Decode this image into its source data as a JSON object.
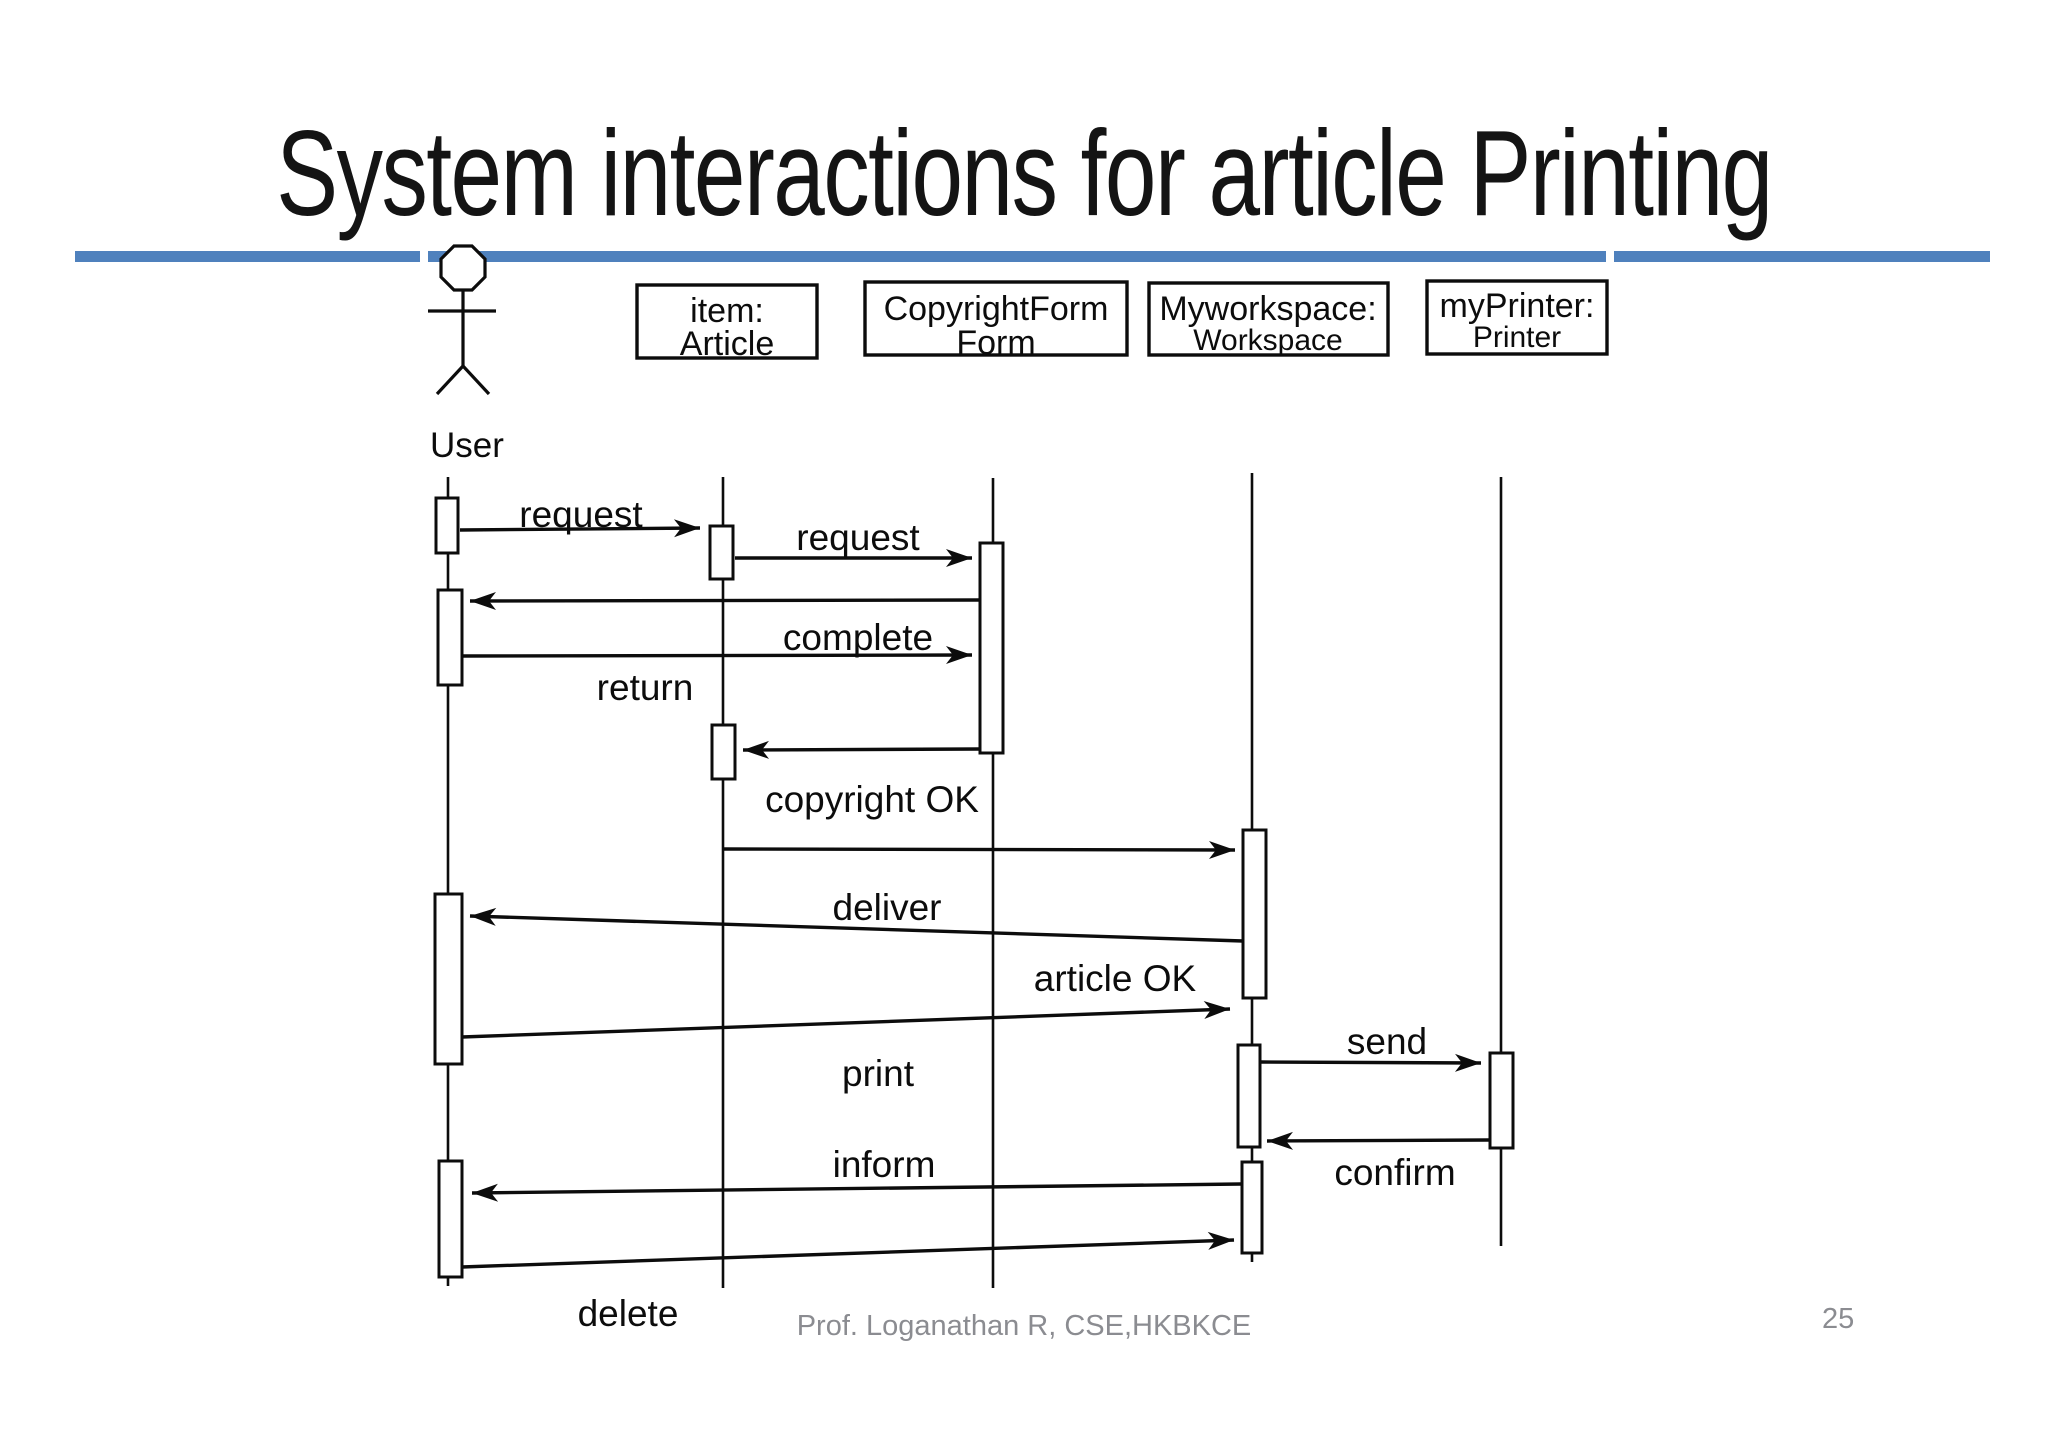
{
  "slide": {
    "title": "System interactions for article Printing",
    "footer_credit": "Prof. Loganathan R, CSE,HKBKCE",
    "page_number": "25",
    "accent_bar_color": "#4f81bd"
  },
  "diagram": {
    "type": "uml-sequence-diagram",
    "actor": {
      "name": "User"
    },
    "objects": [
      {
        "name": "item: Article",
        "line1": "item:",
        "line2": "Article"
      },
      {
        "name": "CopyrightForm Form",
        "line1": "CopyrightForm",
        "line2": "Form"
      },
      {
        "name": "Myworkspace: Workspace",
        "line1": "Myworkspace:",
        "line2": "Workspace"
      },
      {
        "name": "myPrinter: Printer",
        "line1": "myPrinter:",
        "line2": "Printer"
      }
    ],
    "messages": [
      {
        "label": "request",
        "from": "User",
        "to": "item: Article"
      },
      {
        "label": "request",
        "from": "item: Article",
        "to": "CopyrightForm Form"
      },
      {
        "label": "return",
        "from": "CopyrightForm Form",
        "to": "User"
      },
      {
        "label": "complete",
        "from": "User",
        "to": "CopyrightForm Form"
      },
      {
        "label": "copyright OK",
        "from": "CopyrightForm Form",
        "to": "item: Article"
      },
      {
        "label": "deliver",
        "from": "item: Article",
        "to": "Myworkspace: Workspace"
      },
      {
        "label": "article OK",
        "from": "Myworkspace: Workspace",
        "to": "User"
      },
      {
        "label": "print",
        "from": "User",
        "to": "Myworkspace: Workspace"
      },
      {
        "label": "send",
        "from": "Myworkspace: Workspace",
        "to": "myPrinter: Printer"
      },
      {
        "label": "confirm",
        "from": "myPrinter: Printer",
        "to": "Myworkspace: Workspace"
      },
      {
        "label": "inform",
        "from": "Myworkspace: Workspace",
        "to": "User"
      },
      {
        "label": "delete",
        "from": "User",
        "to": "Myworkspace: Workspace"
      }
    ],
    "stroke_color": "#0c0c0c",
    "footer_text_color": "#8b8c91"
  }
}
